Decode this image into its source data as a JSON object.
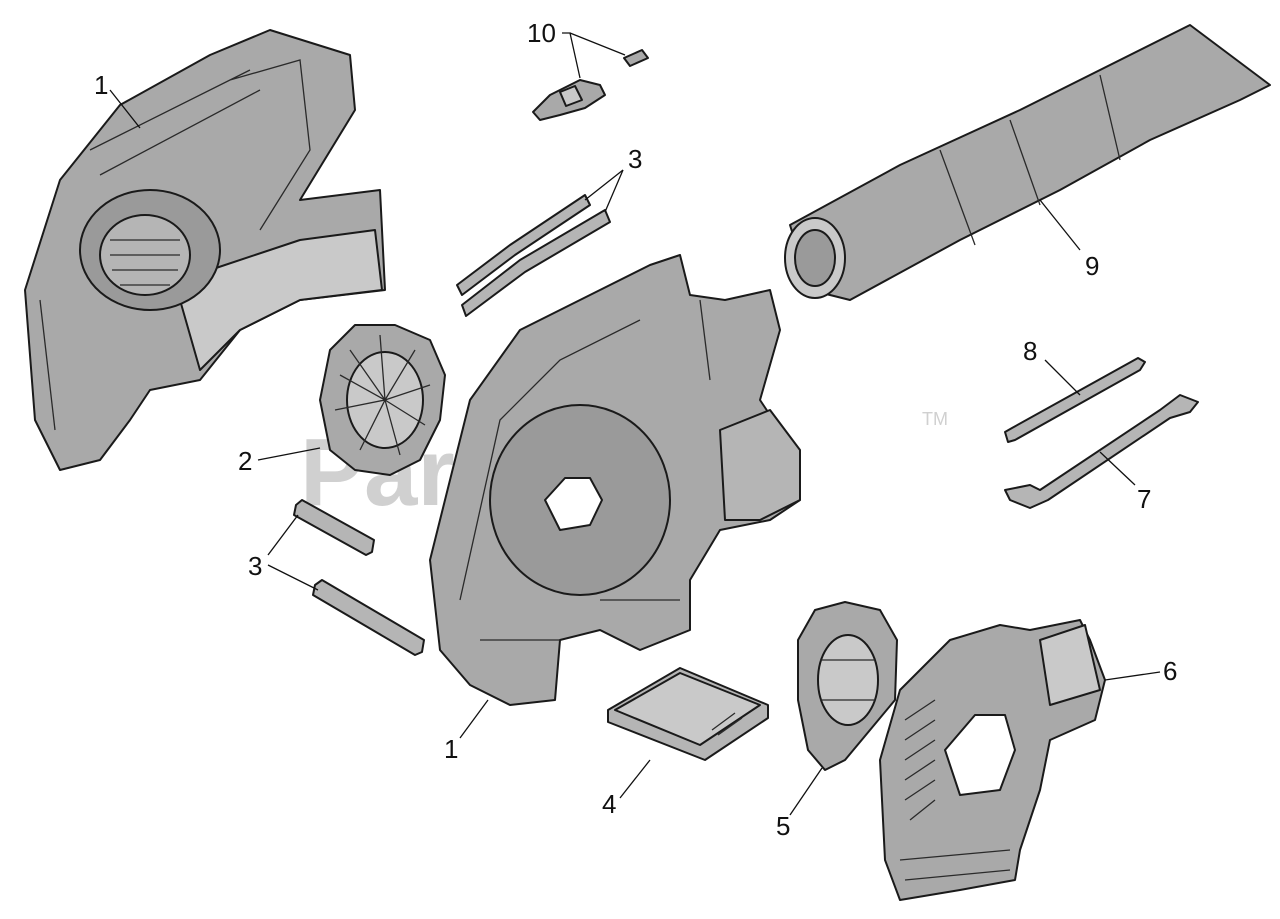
{
  "watermark": {
    "text": "PartsTree",
    "tm": "TM"
  },
  "callouts": {
    "c1a": "1",
    "c1b": "1",
    "c2": "2",
    "c3a": "3",
    "c3b": "3",
    "c4": "4",
    "c5": "5",
    "c6": "6",
    "c7": "7",
    "c8": "8",
    "c9": "9",
    "c10": "10"
  },
  "colors": {
    "part_fill": "#a9a9a9",
    "part_dark": "#8c8c8c",
    "part_light": "#c9c9c9",
    "outline": "#1a1a1a"
  }
}
